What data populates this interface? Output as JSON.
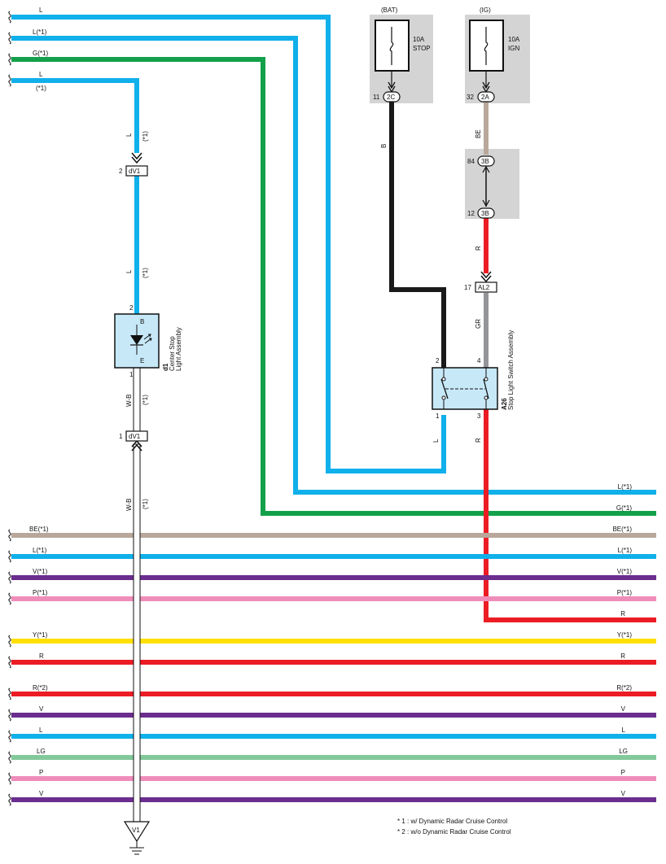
{
  "colors": {
    "L": "#10b0ea",
    "G": "#12a14a",
    "B": "#1a1a1a",
    "BE": "#b8a79a",
    "R": "#ec1c24",
    "GR": "#939598",
    "V": "#6b2d8e",
    "P": "#f08cba",
    "Y": "#ffe000",
    "LG": "#82c99a",
    "shade": "#d4d4d4",
    "component_fill": "#c7e8f7"
  },
  "fuses": [
    {
      "name": "(BAT)",
      "rating": "10A",
      "label": "STOP",
      "pin": "11",
      "connector": "2C"
    },
    {
      "name": "(IG)",
      "rating": "10A",
      "label": "IGN",
      "pin": "32",
      "connector": "2A"
    }
  ],
  "junction": {
    "pin_top": "84",
    "pin_bottom": "12",
    "connector": "3B"
  },
  "wire_labels": {
    "top_left": [
      "L",
      "L(*1)",
      "G(*1)",
      "L",
      "(*1)"
    ],
    "bat_wire": "B",
    "ig_wire": "BE",
    "r_wire": "R",
    "gr_wire": "GR",
    "sw_l": "L",
    "sw_r": "R",
    "center_l1": "L",
    "center_l2": "L",
    "star1": "(*1)",
    "wb": "W-B"
  },
  "connectors": {
    "dv1_top": {
      "pin": "2",
      "name": "dV1"
    },
    "dv1_bottom": {
      "pin": "1",
      "name": "dV1"
    },
    "al2": {
      "pin": "17",
      "name": "AL2"
    },
    "ground": "V1"
  },
  "center_stop": {
    "code": "d1",
    "name_line1": "Center Stop",
    "name_line2": "Light Assembly",
    "pin_top": "2",
    "pin_bottom": "1",
    "term_top": "B",
    "term_bottom": "E"
  },
  "stop_switch": {
    "code": "A26",
    "name": "Stop Light Switch Assembly",
    "pins": [
      "2",
      "4",
      "1",
      "3"
    ]
  },
  "right_labels": [
    "L(*1)",
    "G(*1)",
    "BE(*1)",
    "L(*1)",
    "V(*1)",
    "P(*1)",
    "R",
    "Y(*1)",
    "R",
    "R(*2)",
    "V",
    "L",
    "LG",
    "P",
    "V"
  ],
  "left_labels": [
    "BE(*1)",
    "L(*1)",
    "V(*1)",
    "P(*1)",
    "Y(*1)",
    "R",
    "R(*2)",
    "V",
    "L",
    "LG",
    "P",
    "V"
  ],
  "notes": [
    "* 1 : w/ Dynamic Radar Cruise Control",
    "* 2 : w/o Dynamic Radar Cruise Control"
  ]
}
